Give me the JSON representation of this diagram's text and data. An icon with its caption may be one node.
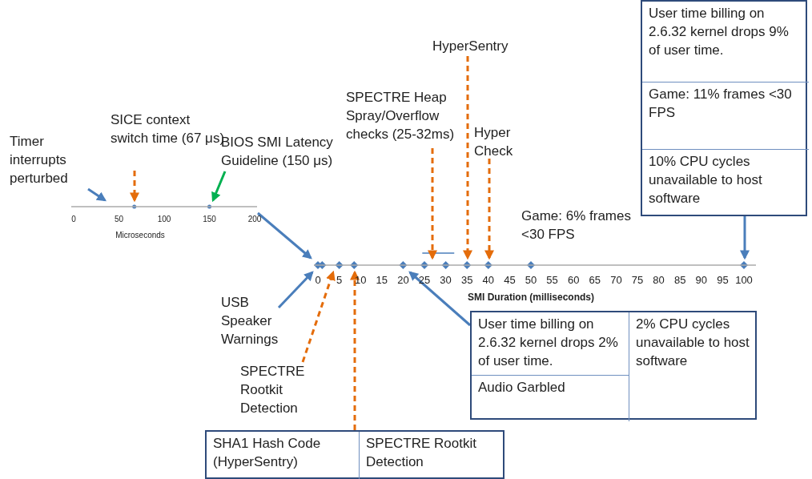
{
  "diagram": {
    "nodes": [
      {
        "text": [
          "Timer interrupts perturbed"
        ]
      },
      {
        "text": [
          "SICE context switch time (67 μs)"
        ]
      },
      {
        "text": [
          "BIOS SMI Latency Guideline (150 μs)"
        ]
      },
      {
        "text": [
          "SPECTRE Heap Spray/Overflow checks (25-32ms)"
        ]
      },
      {
        "text": [
          "HyperSentry"
        ]
      },
      {
        "text": [
          "Hyper Check"
        ]
      },
      {
        "text": [
          "User time billing on 2.6.32 kernel drops 9% of user time.",
          "Game: 11% frames <30 FPS",
          "10% CPU cycles unavailable  to host software"
        ]
      },
      {
        "text": [
          "USB Speaker Warnings"
        ]
      },
      {
        "text": [
          "SPECTRE Rootkit Detection"
        ]
      },
      {
        "text": [
          "SHA1 Hash Code (HyperSentry)",
          "SPECTRE Rootkit Detection"
        ]
      },
      {
        "text": [
          "User time billing on 2.6.32 kernel drops 2% of user time.",
          "Audio Garbled",
          "2% CPU cycles unavailable to host software"
        ]
      },
      {
        "text": [],
        "shape": "bar"
      },
      {
        "text": [],
        "shape": "bar"
      }
    ],
    "edges": [
      {
        "from": 0,
        "to": 11,
        "arrow": "to",
        "color": "#4a7ebb"
      },
      {
        "from": 1,
        "to": 11,
        "arrow": "to",
        "style": "dashed"
      },
      {
        "from": 2,
        "to": 11,
        "arrow": "to",
        "color": "#00b050"
      },
      {
        "from": 11,
        "to": 12,
        "arrow": "to",
        "color": "#4a7ebb"
      },
      {
        "from": 3,
        "to": 12,
        "arrow": "to",
        "style": "dashed"
      },
      {
        "from": 4,
        "to": 12,
        "arrow": "to",
        "style": "dashed"
      },
      {
        "from": 5,
        "to": 12,
        "arrow": "to",
        "style": "dashed"
      },
      {
        "from": 6,
        "to": 12,
        "arrow": "to",
        "color": "#4a7ebb"
      },
      {
        "from": 7,
        "to": 12,
        "arrow": "to",
        "color": "#4a7ebb"
      },
      {
        "from": 8,
        "to": 12,
        "arrow": "to",
        "style": "dashed"
      },
      {
        "from": 9,
        "to": 12,
        "arrow": "to",
        "style": "dashed"
      },
      {
        "from": 10,
        "to": 12,
        "arrow": "to",
        "color": "#4a7ebb"
      }
    ],
    "labels": [
      "Game: 6% frames <30 FPS",
      "0",
      "50",
      "100",
      "150",
      "200",
      "Microseconds",
      "0",
      "5",
      "10",
      "15",
      "20",
      "25",
      "30",
      "35",
      "40",
      "45",
      "50",
      "55",
      "60",
      "65",
      "70",
      "75",
      "80",
      "85",
      "90",
      "95",
      "100",
      "SMI Duration (milliseconds)"
    ]
  }
}
